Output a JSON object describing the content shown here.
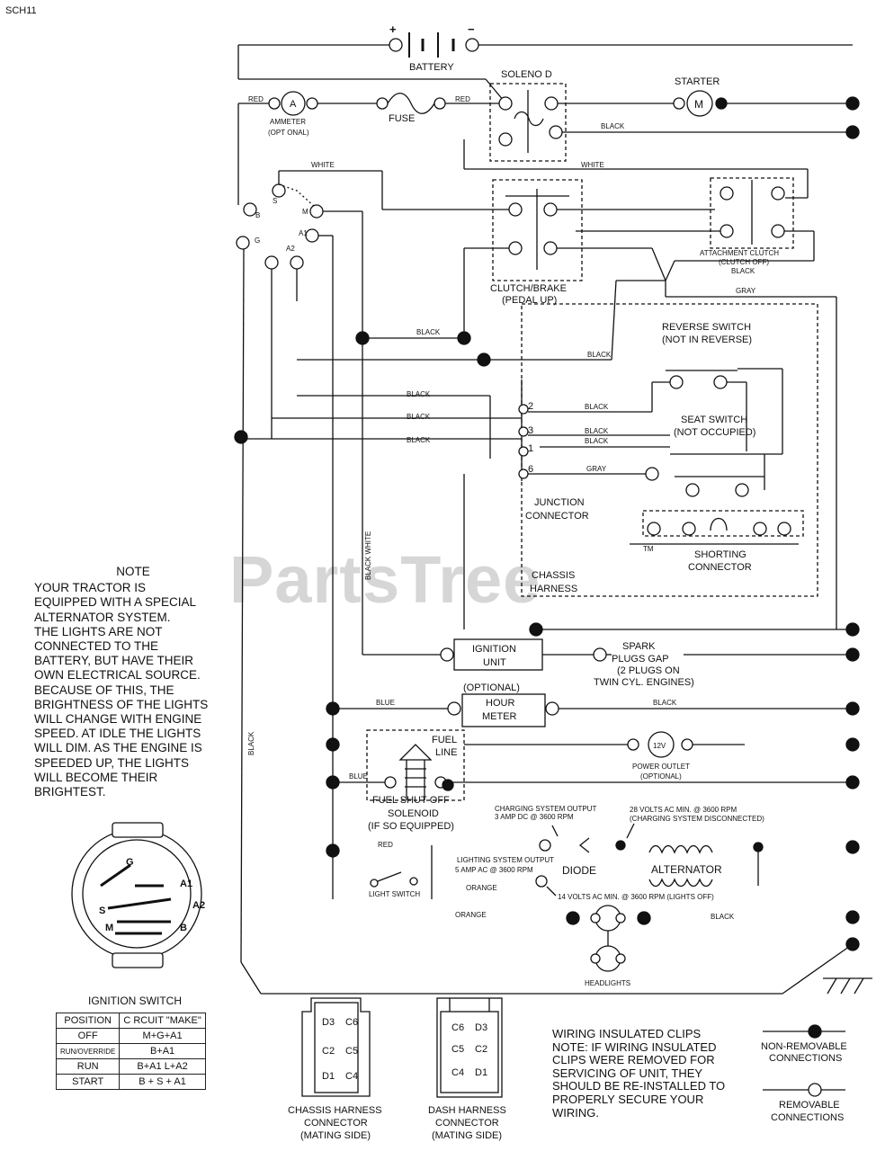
{
  "page_id": "SCH11",
  "watermark": {
    "text": "PartsTree",
    "tm": "TM"
  },
  "components": {
    "battery": "BATTERY",
    "battery_plus": "+",
    "battery_minus": "−",
    "solenoid": "SOLENO D",
    "starter": "STARTER",
    "starter_symbol": "M",
    "ammeter_symbol": "A",
    "ammeter": [
      "AMMETER",
      "(OPT ONAL)"
    ],
    "fuse": "FUSE",
    "clutch_brake": [
      "CLUTCH/BRAKE",
      "(PEDAL UP)"
    ],
    "attachment_clutch": [
      "ATTACHMENT CLUTCH",
      "(CLUTCH OFF)"
    ],
    "reverse_switch": [
      "REVERSE SWITCH",
      "(NOT IN REVERSE)"
    ],
    "seat_switch": [
      "SEAT SWITCH",
      "(NOT OCCUPIED)"
    ],
    "junction_connector": [
      "JUNCTION",
      "CONNECTOR"
    ],
    "shorting_connector": [
      "SHORTING",
      "CONNECTOR"
    ],
    "chassis_harness": [
      "CHASSIS",
      "HARNESS"
    ],
    "ignition_unit": [
      "IGNITION",
      "UNIT"
    ],
    "spark_plugs": [
      "SPARK",
      "PLUGS GAP",
      "(2 PLUGS ON",
      "TWIN CYL. ENGINES)"
    ],
    "hour_meter": [
      "(OPTIONAL)",
      "HOUR",
      "METER"
    ],
    "power_outlet_symbol": "12V",
    "power_outlet": [
      "POWER OUTLET",
      "(OPTIONAL)"
    ],
    "fuel_line": [
      "FUEL",
      "LINE"
    ],
    "fuel_solenoid": [
      "FUEL SHUT-OFF",
      "SOLENOID",
      "(IF SO EQUIPPED)"
    ],
    "charging_output": [
      "CHARGING SYSTEM OUTPUT",
      "3 AMP DC @ 3600 RPM"
    ],
    "charging_volts": [
      "28 VOLTS AC MIN. @ 3600 RPM",
      "(CHARGING SYSTEM DISCONNECTED)"
    ],
    "lighting_output": [
      "LIGHTING SYSTEM OUTPUT",
      "5 AMP AC @ 3600 RPM"
    ],
    "lighting_volts": "14 VOLTS AC MIN. @ 3600 RPM (LIGHTS OFF)",
    "diode": "DIODE",
    "alternator": "ALTERNATOR",
    "light_switch": "LIGHT SWITCH",
    "headlights": "HEADLIGHTS",
    "ignition_switch_title": "IGNITION SWITCH",
    "chassis_harness_connector": [
      "CHASSIS HARNESS",
      "CONNECTOR",
      "(MATING SIDE)"
    ],
    "dash_harness_connector": [
      "DASH HARNESS",
      "CONNECTOR",
      "(MATING SIDE)"
    ],
    "ignition_terminals": [
      "S",
      "M",
      "B",
      "A1",
      "G",
      "A2"
    ],
    "junction_pins": [
      "2",
      "3",
      "1",
      "6"
    ]
  },
  "wires": {
    "red": "RED",
    "black": "BLACK",
    "white": "WHITE",
    "gray": "GRAY",
    "blue": "BLUE",
    "orange": "ORANGE",
    "black_white": "BLACK WHITE"
  },
  "note": {
    "title": "NOTE",
    "lines": [
      "YOUR TRACTOR IS",
      "EQUIPPED WITH A SPECIAL",
      "ALTERNATOR SYSTEM.",
      "THE LIGHTS ARE NOT",
      "CONNECTED TO THE",
      "BATTERY, BUT HAVE THEIR",
      "OWN ELECTRICAL SOURCE.",
      "BECAUSE OF THIS, THE",
      "BRIGHTNESS OF THE LIGHTS",
      "WILL CHANGE WITH ENGINE",
      "SPEED.  AT IDLE THE LIGHTS",
      "WILL DIM.  AS THE ENGINE IS",
      "SPEEDED UP, THE LIGHTS",
      "WILL BECOME THEIR",
      "BRIGHTEST."
    ]
  },
  "ignition_table": {
    "headers": [
      "POSITION",
      "C RCUIT  \"MAKE\""
    ],
    "rows": [
      [
        "OFF",
        "M+G+A1"
      ],
      [
        "RUN/OVERRIDE",
        "B+A1"
      ],
      [
        "RUN",
        "B+A1      L+A2"
      ],
      [
        "START",
        "B + S + A1"
      ]
    ]
  },
  "connector_pins": {
    "chassis": [
      "D3",
      "C6",
      "C2",
      "C5",
      "D1",
      "C4"
    ],
    "dash": [
      "C6",
      "D3",
      "C5",
      "C2",
      "C4",
      "D1"
    ]
  },
  "wiring_note": [
    "WIRING INSULATED CLIPS",
    "NOTE: IF WIRING INSULATED",
    "CLIPS WERE REMOVED FOR",
    "SERVICING OF UNIT, THEY",
    "SHOULD BE RE-INSTALLED TO",
    "PROPERLY SECURE YOUR",
    "WIRING."
  ],
  "legend": {
    "non_removable": [
      "NON-REMOVABLE",
      "CONNECTIONS"
    ],
    "removable": [
      "REMOVABLE",
      "CONNECTIONS"
    ]
  }
}
